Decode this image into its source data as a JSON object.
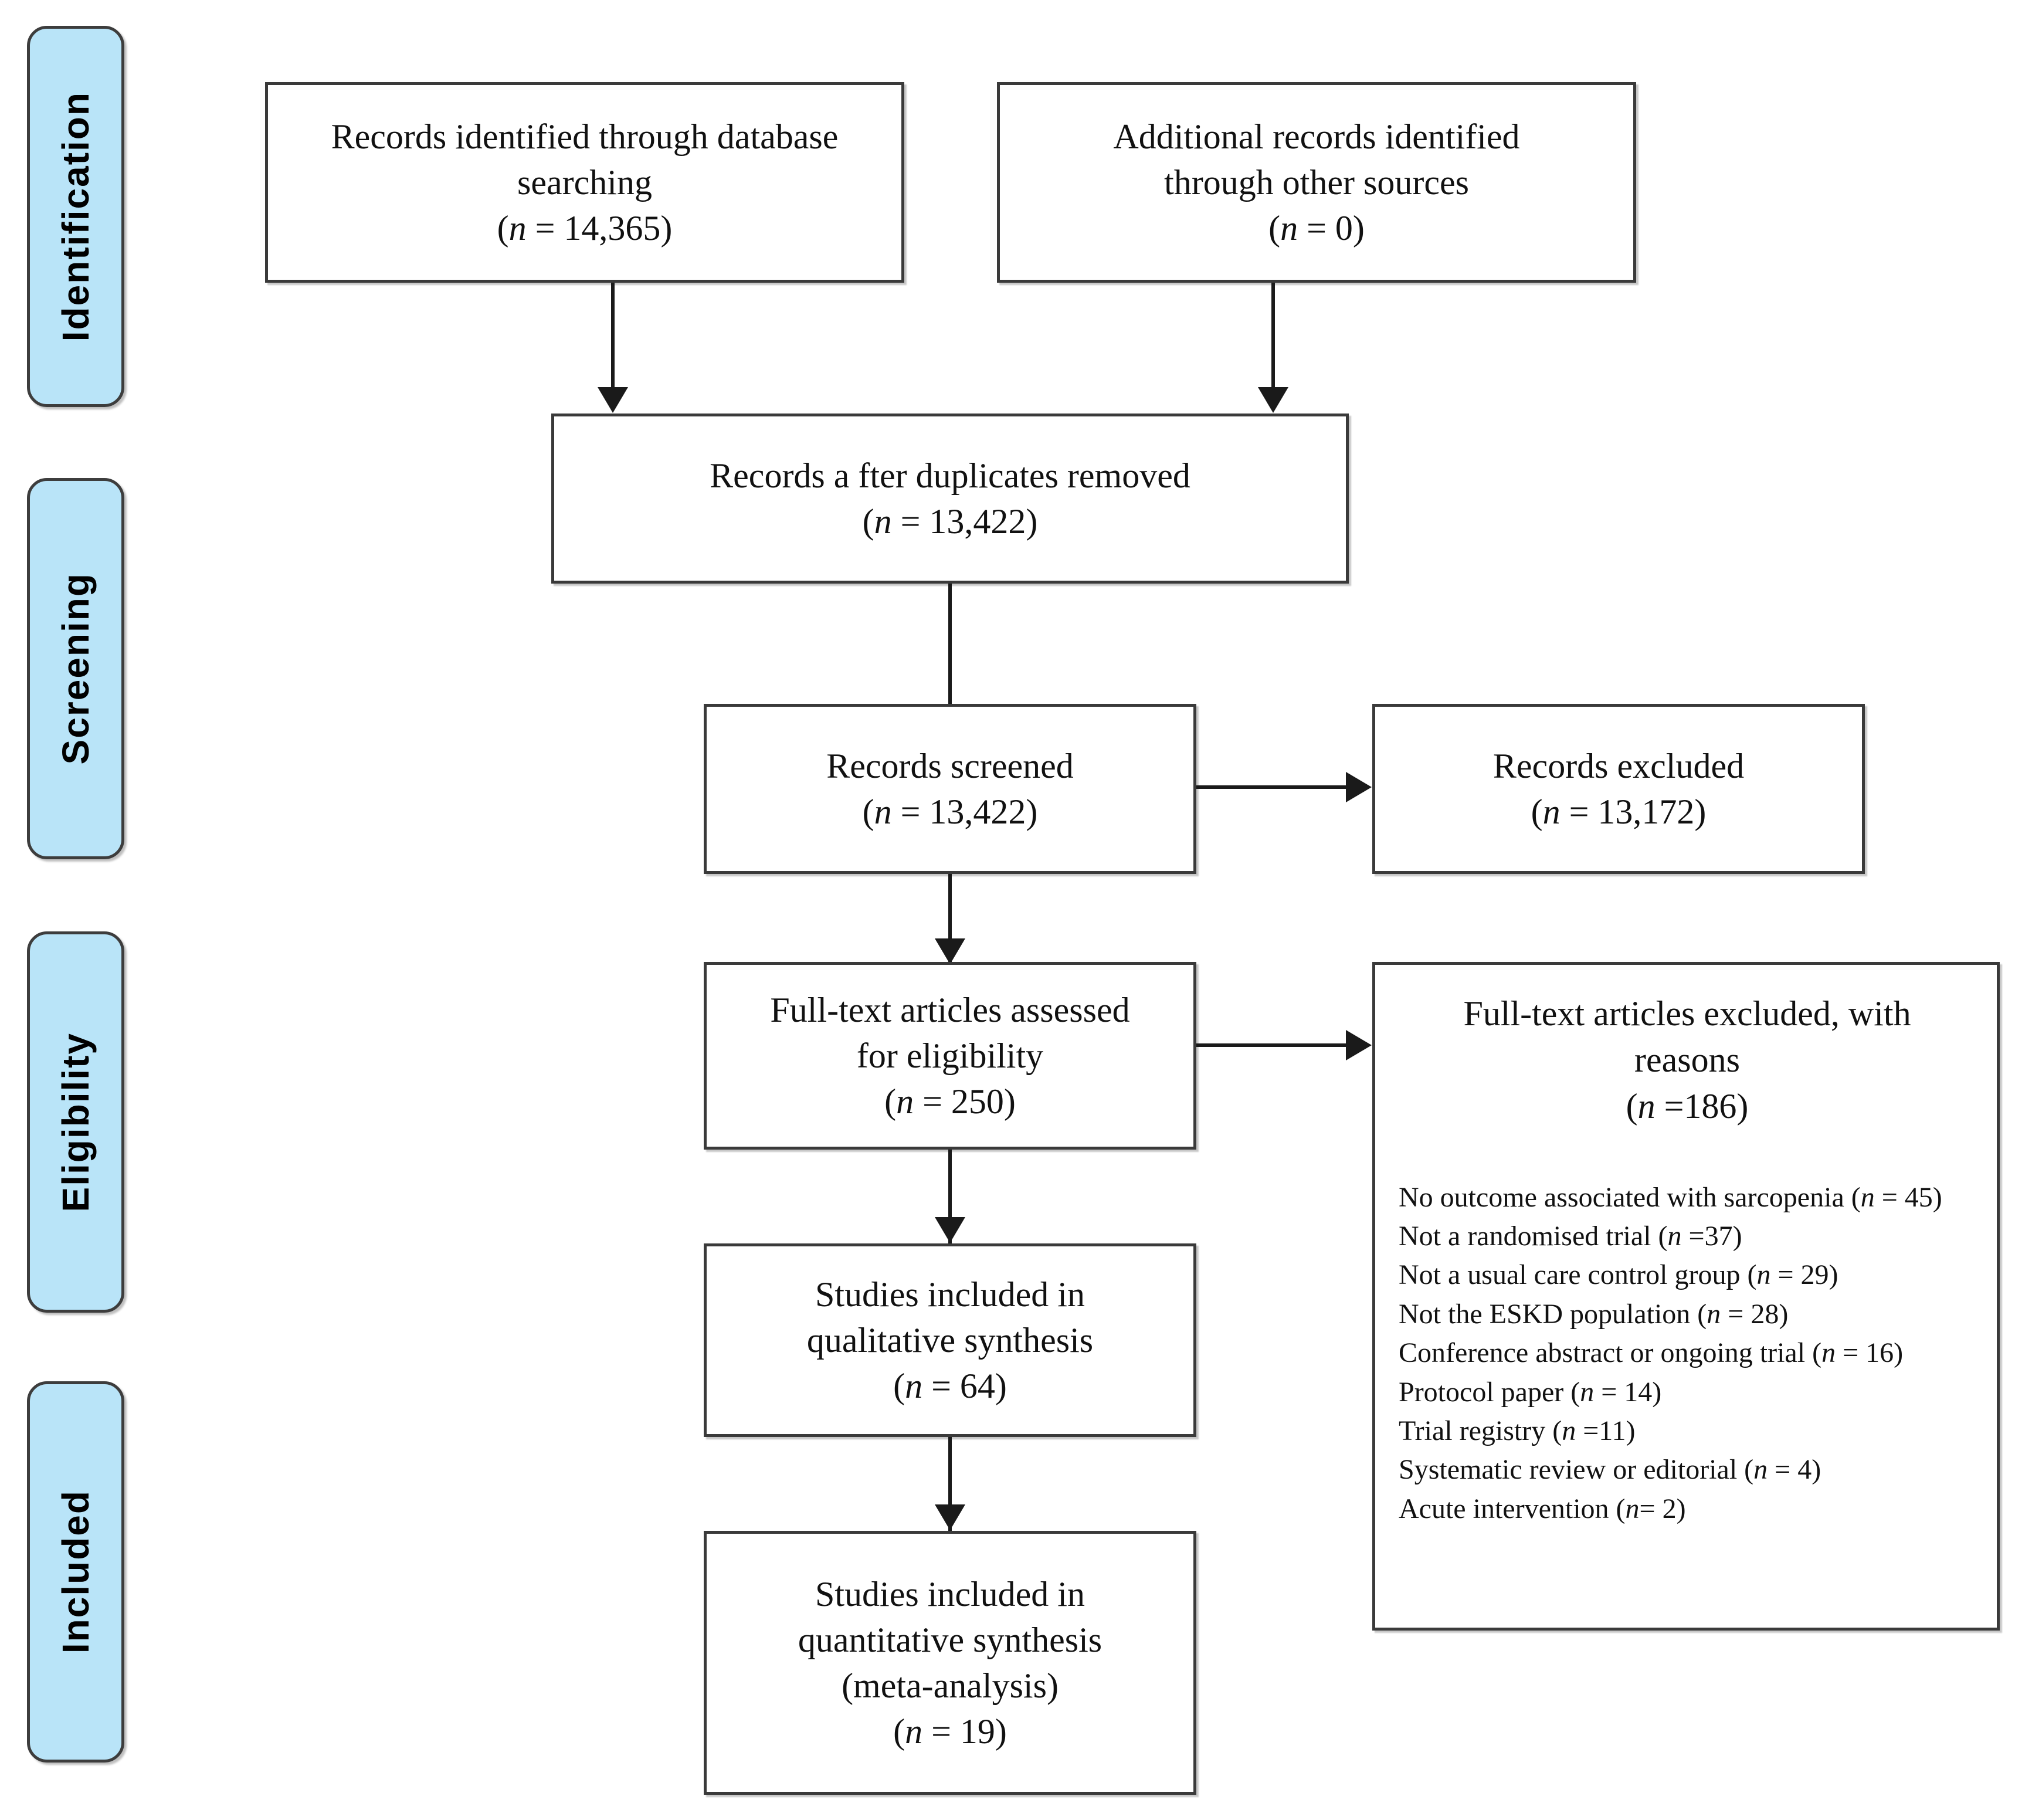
{
  "diagram": {
    "type": "prisma-flow-diagram",
    "title": "PRISMA flow diagram",
    "accent_color": "#b9e4f8",
    "border_color": "#3a3a3a",
    "line_color": "#1a1a1a"
  },
  "stages": [
    {
      "id": "identification",
      "label": "Identification"
    },
    {
      "id": "screening",
      "label": "Screening"
    },
    {
      "id": "eligibility",
      "label": "Eligibility"
    },
    {
      "id": "included",
      "label": "Included"
    }
  ],
  "boxes": {
    "database_search": {
      "lines": [
        "Records identified through database",
        "searching"
      ],
      "count_label": "(n = 14,365)",
      "n": 14365
    },
    "other_sources": {
      "lines": [
        "Additional records identified",
        "through other sources"
      ],
      "count_label": "(n = 0)",
      "n": 0
    },
    "duplicates_removed": {
      "lines": [
        "Records a fter duplicates removed"
      ],
      "count_label": "(n = 13,422)",
      "n": 13422
    },
    "records_screened": {
      "lines": [
        "Records screened"
      ],
      "count_label": "(n = 13,422)",
      "n": 13422
    },
    "records_excluded": {
      "lines": [
        "Records excluded"
      ],
      "count_label": "(n = 13,172)",
      "n": 13172
    },
    "fulltext_assessed": {
      "lines": [
        "Full-text articles assessed",
        "for eligibility"
      ],
      "count_label": "(n = 250)",
      "n": 250
    },
    "fulltext_excluded": {
      "lines": [
        "Full-text articles excluded, with",
        "reasons"
      ],
      "count_label": "(n =186)",
      "n": 186,
      "reasons": [
        {
          "text": "No outcome associated with sarcopenia (n = 45)",
          "n": 45
        },
        {
          "text": "Not a randomised trial (n =37)",
          "n": 37
        },
        {
          "text": "Not a usual care control group (n = 29)",
          "n": 29
        },
        {
          "text": "Not the ESKD population (n = 28)",
          "n": 28
        },
        {
          "text": "Conference abstract or ongoing trial (n = 16)",
          "n": 16
        },
        {
          "text": "Protocol paper (n = 14)",
          "n": 14
        },
        {
          "text": "Trial registry (n =11)",
          "n": 11
        },
        {
          "text": "Systematic review or editorial (n = 4)",
          "n": 4
        },
        {
          "text": "Acute intervention (n = 2)",
          "n": 2
        }
      ]
    },
    "qualitative_synthesis": {
      "lines": [
        "Studies included in",
        "qualitative synthesis"
      ],
      "count_label": "(n = 64)",
      "n": 64
    },
    "quantitative_synthesis": {
      "lines": [
        "Studies included in",
        "quantitative synthesis",
        "(meta-analysis)"
      ],
      "count_label": "(n = 19)",
      "n": 19
    }
  }
}
